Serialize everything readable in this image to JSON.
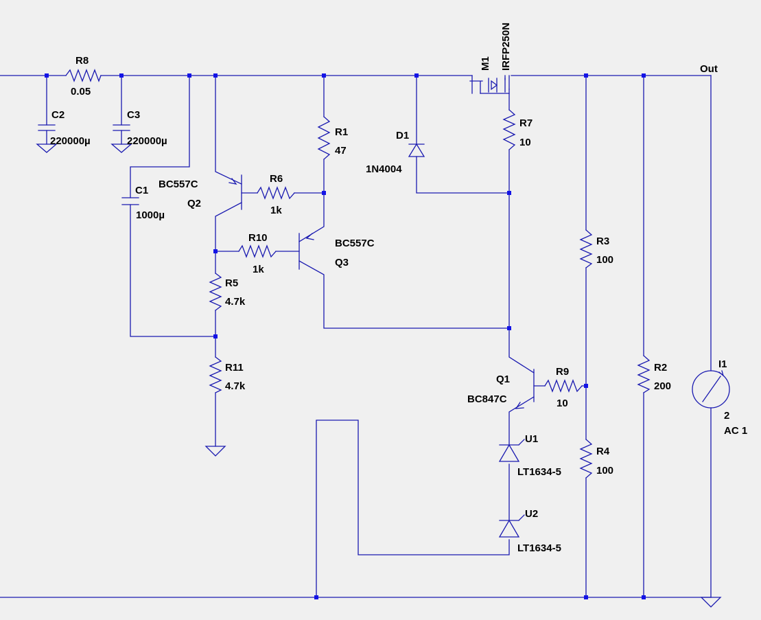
{
  "components": {
    "R8": {
      "name": "R8",
      "value": "0.05"
    },
    "C2": {
      "name": "C2",
      "value": "220000µ"
    },
    "C3": {
      "name": "C3",
      "value": "220000µ"
    },
    "C1": {
      "name": "C1",
      "value": "1000µ"
    },
    "Q2": {
      "name": "Q2",
      "model": "BC557C"
    },
    "Q3": {
      "name": "Q3",
      "model": "BC557C"
    },
    "Q1": {
      "name": "Q1",
      "model": "BC847C"
    },
    "R6": {
      "name": "R6",
      "value": "1k"
    },
    "R10": {
      "name": "R10",
      "value": "1k"
    },
    "R1": {
      "name": "R1",
      "value": "47"
    },
    "R5": {
      "name": "R5",
      "value": "4.7k"
    },
    "R11": {
      "name": "R11",
      "value": "4.7k"
    },
    "D1": {
      "name": "D1",
      "model": "1N4004"
    },
    "M1": {
      "name": "M1",
      "model": "IRFP250N"
    },
    "R7": {
      "name": "R7",
      "value": "10"
    },
    "R9": {
      "name": "R9",
      "value": "10"
    },
    "R3": {
      "name": "R3",
      "value": "100"
    },
    "R4": {
      "name": "R4",
      "value": "100"
    },
    "R2": {
      "name": "R2",
      "value": "200"
    },
    "U1": {
      "name": "U1",
      "model": "LT1634-5"
    },
    "U2": {
      "name": "U2",
      "model": "LT1634-5"
    },
    "I1": {
      "name": "I1",
      "value": "2",
      "spec": "AC 1"
    }
  },
  "nets": {
    "out_label": "Out"
  },
  "colors": {
    "wire": "#1a1ab0",
    "junction": "#1414e6",
    "background": "#f0f0f0",
    "text": "#000000"
  }
}
